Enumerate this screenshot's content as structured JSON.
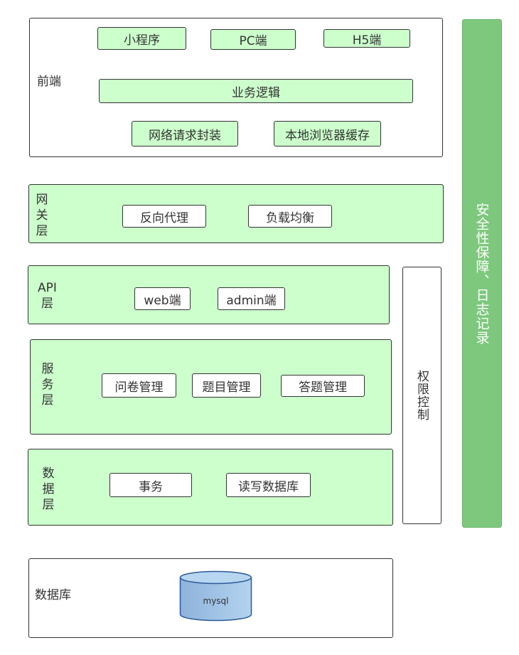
{
  "frontend": {
    "label": "前端",
    "items": [
      "小程序",
      "PC端",
      "H5端"
    ],
    "logic": "业务逻辑",
    "bottom": [
      "网络请求封装",
      "本地浏览器缓存"
    ]
  },
  "gateway": {
    "label_lines": [
      "网",
      "关",
      "层"
    ],
    "items": [
      "反向代理",
      "负载均衡"
    ]
  },
  "api": {
    "label_lines": [
      "API",
      "层"
    ],
    "items": [
      "web端",
      "admin端"
    ]
  },
  "service": {
    "label_lines": [
      "服",
      "务",
      "层"
    ],
    "items": [
      "问卷管理",
      "题目管理",
      "答题管理"
    ]
  },
  "data": {
    "label_lines": [
      "数",
      "据",
      "层"
    ],
    "items": [
      "事务",
      "读写数据库"
    ]
  },
  "database": {
    "label": "数据库",
    "cylinder": "mysql"
  },
  "permission": "权限控制",
  "security": "安全性保障、日志记录"
}
